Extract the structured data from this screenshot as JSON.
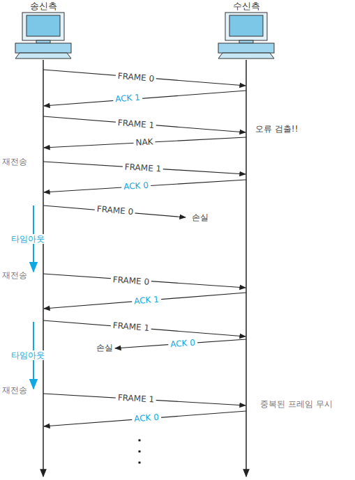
{
  "diagram": {
    "nodes": [
      {
        "text": [
          "송신측"
        ]
      },
      {
        "text": [
          "수신측"
        ]
      }
    ],
    "labels": [
      "FRAME 0",
      "ACK 1",
      "FRAME 1",
      "오류 검출!!",
      "NAK",
      "재전송",
      "FRAME 1",
      "ACK 0",
      "FRAME 0",
      "손실",
      "타임아웃",
      "재전송",
      "FRAME 0",
      "ACK 1",
      "FRAME 1",
      "ACK 0",
      "손실",
      "타임아웃",
      "재전송",
      "FRAME 1",
      "중복된 프레임 무시",
      "ACK 0"
    ]
  }
}
